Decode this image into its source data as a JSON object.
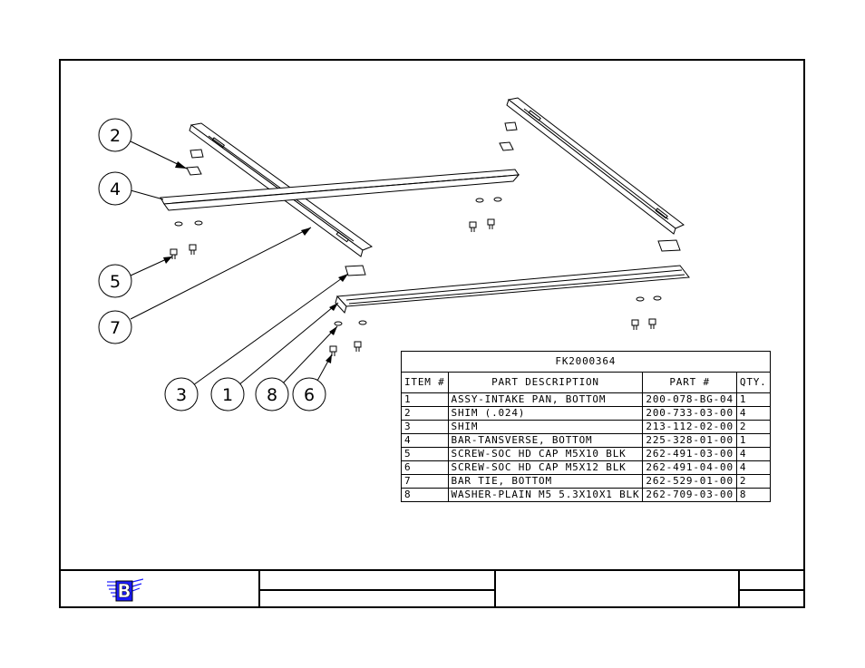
{
  "callouts": [
    {
      "label": "2"
    },
    {
      "label": "4"
    },
    {
      "label": "5"
    },
    {
      "label": "7"
    },
    {
      "label": "3"
    },
    {
      "label": "1"
    },
    {
      "label": "8"
    },
    {
      "label": "6"
    }
  ],
  "bom": {
    "title": "FK2000364",
    "headers": {
      "item": "ITEM #",
      "description": "PART DESCRIPTION",
      "part": "PART #",
      "qty": "QTY."
    },
    "rows": [
      {
        "item": "1",
        "description": "ASSY-INTAKE PAN, BOTTOM",
        "part": "200-078-BG-04",
        "qty": "1"
      },
      {
        "item": "2",
        "description": "SHIM (.024)",
        "part": "200-733-03-00",
        "qty": "4"
      },
      {
        "item": "3",
        "description": "SHIM",
        "part": "213-112-02-00",
        "qty": "2"
      },
      {
        "item": "4",
        "description": "BAR-TANSVERSE, BOTTOM",
        "part": "225-328-01-00",
        "qty": "1"
      },
      {
        "item": "5",
        "description": "SCREW-SOC HD CAP M5X10 BLK",
        "part": "262-491-03-00",
        "qty": "4"
      },
      {
        "item": "6",
        "description": "SCREW-SOC HD CAP M5X12 BLK",
        "part": "262-491-04-00",
        "qty": "4"
      },
      {
        "item": "7",
        "description": "BAR TIE, BOTTOM",
        "part": "262-529-01-00",
        "qty": "2"
      },
      {
        "item": "8",
        "description": "WASHER-PLAIN M5 5.3X10X1 BLK",
        "part": "262-709-03-00",
        "qty": "8"
      }
    ]
  },
  "logo": {
    "letter": "B",
    "color": "#1a1aff"
  }
}
